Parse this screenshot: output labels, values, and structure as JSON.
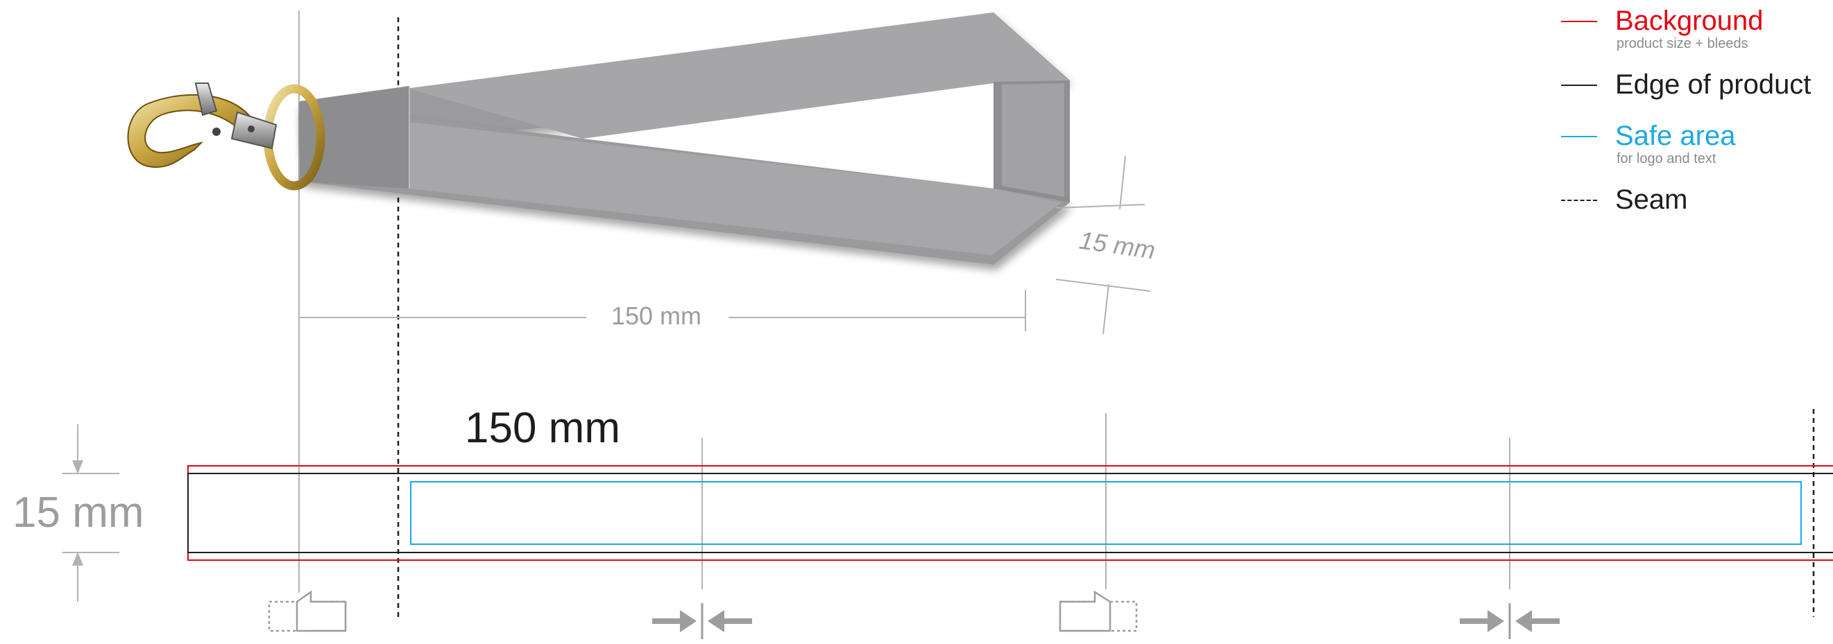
{
  "labels": {
    "top_width": "150 mm",
    "top_height": "15 mm",
    "flat_width": "150 mm",
    "flat_height": "15 mm"
  },
  "legend": [
    {
      "title": "Background",
      "subtitle": "product size + bleeds",
      "color": "#e30613",
      "line": "solid"
    },
    {
      "title": "Edge of product",
      "subtitle": "",
      "color": "#1d1d1b",
      "line": "solid"
    },
    {
      "title": "Safe area",
      "subtitle": "for logo and text",
      "color": "#1ba9e1",
      "line": "solid"
    },
    {
      "title": "Seam",
      "subtitle": "",
      "color": "#1d1d1b",
      "line": "dashed"
    }
  ],
  "colors": {
    "guide": "#b2b2b2",
    "dimension_text": "#9d9d9c",
    "strap": "#9b9b9d",
    "strap_dark": "#7e7e80",
    "background_line": "#e30613",
    "edge_line": "#1d1d1b",
    "safe_line": "#1ba9e1"
  },
  "icons": {
    "clip": "lanyard-clip-icon",
    "fold": "fold-icon",
    "join": "join-arrows-icon"
  }
}
